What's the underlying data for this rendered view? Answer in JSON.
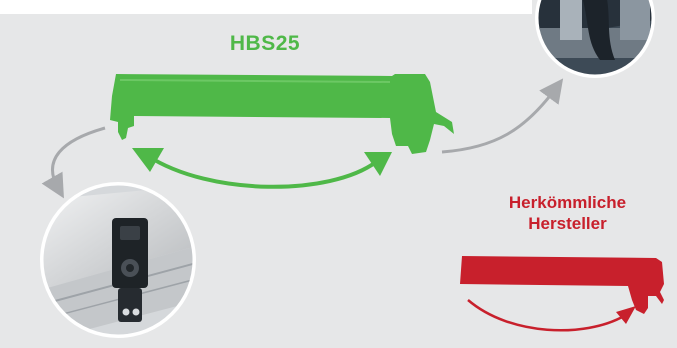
{
  "labels": {
    "product": "HBS25",
    "competitor_line1": "Herkömmliche",
    "competitor_line2": "Hersteller"
  },
  "colors": {
    "product_green": "#4fb848",
    "competitor_red": "#c8202c",
    "connector_grey": "#a7a9ac",
    "background": "#e6e7e8"
  },
  "icons": {
    "product_clamp": "green-clamp-icon",
    "competitor_clamp": "red-clamp-icon",
    "flexible_arrow": "double-arrow-icon",
    "limited_arrow": "single-arrow-icon"
  }
}
